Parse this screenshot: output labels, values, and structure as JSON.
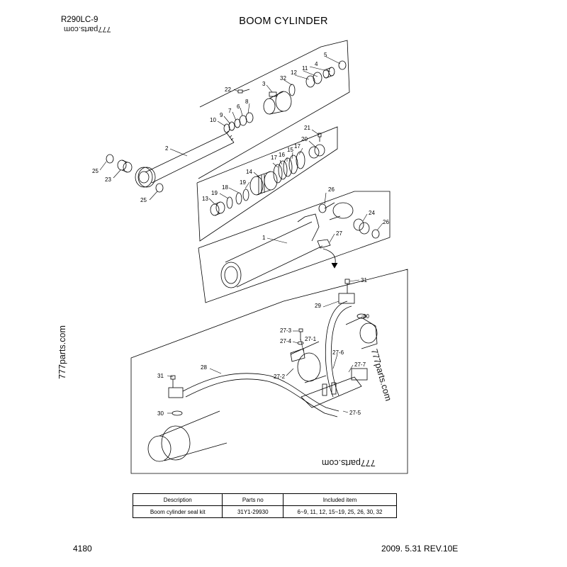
{
  "page": {
    "title": "BOOM CYLINDER",
    "model_code": "R290LC-9",
    "watermark_top": "777parts.com",
    "watermark_left": "777parts.com",
    "watermark_inset_right": "777parts.com",
    "watermark_inset_bottom": "777parts.com",
    "page_number": "4180",
    "revision": "2009. 5.31  REV.10E"
  },
  "callouts": {
    "c1": "1",
    "c2": "2",
    "c3": "3",
    "c4": "4",
    "c5": "5",
    "c6": "6",
    "c7": "7",
    "c8": "8",
    "c9": "9",
    "c10": "10",
    "c11": "11",
    "c12": "12",
    "c13": "13",
    "c14": "14",
    "c15": "15",
    "c16": "16",
    "c17a": "17",
    "c17b": "17",
    "c18": "18",
    "c19a": "19",
    "c19b": "19",
    "c20": "20",
    "c21": "21",
    "c22": "22",
    "c23": "23",
    "c24": "24",
    "c25a": "25",
    "c25b": "25",
    "c26a": "26",
    "c26b": "26",
    "c27": "27",
    "c32": "32",
    "c28": "28",
    "c29": "29",
    "c30a": "30",
    "c30b": "30",
    "c31a": "31",
    "c31b": "31",
    "c27_1": "27-1",
    "c27_2": "27-2",
    "c27_3": "27-3",
    "c27_4": "27-4",
    "c27_5": "27-5",
    "c27_6": "27-6",
    "c27_7": "27-7"
  },
  "seal_kit_table": {
    "headers": [
      "Description",
      "Parts no",
      "Included item"
    ],
    "rows": [
      [
        "Boom cylinder seal kit",
        "31Y1-29930",
        "6~9, 11, 12, 15~19, 25, 26, 30, 32"
      ]
    ]
  },
  "colors": {
    "ink": "#000000",
    "background": "#ffffff"
  }
}
